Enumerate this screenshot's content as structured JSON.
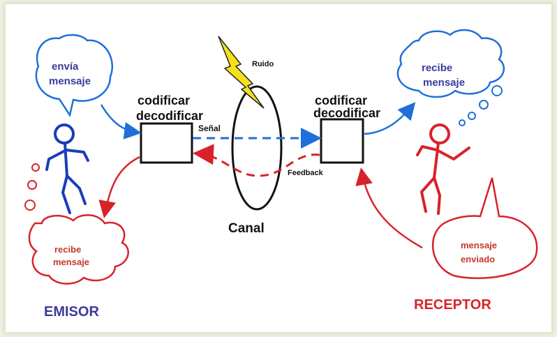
{
  "labels": {
    "envia_mensaje_1": "envía",
    "envia_mensaje_2": "mensaje",
    "recibe_mensaje_top_1": "recibe",
    "recibe_mensaje_top_2": "mensaje",
    "codificar_left": "codificar",
    "decodificar_left": "decodificar",
    "codificar_right": "codificar",
    "decodificar_right": "decodificar",
    "senal": "Señal",
    "ruido": "Ruido",
    "feedback": "Feedback",
    "canal": "Canal",
    "recibe_mensaje_bottom_1": "recibe",
    "recibe_mensaje_bottom_2": "mensaje",
    "mensaje_enviado_1": "mensaje",
    "mensaje_enviado_2": "enviado",
    "emisor": "EMISOR",
    "receptor": "RECEPTOR"
  },
  "colors": {
    "blue": "#1e6fd9",
    "blue_text": "#3b3b9c",
    "dark_blue": "#1a3db8",
    "red": "#d8222a",
    "red_text": "#c0392b",
    "black": "#111111",
    "yellow": "#f5e11a"
  }
}
